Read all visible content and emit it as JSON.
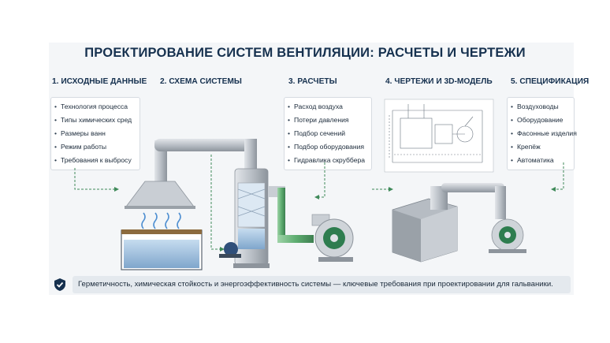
{
  "title": "ПРОЕКТИРОВАНИЕ СИСТЕМ ВЕНТИЛЯЦИИ: РАСЧЕТЫ И ЧЕРТЕЖИ",
  "sections": [
    {
      "heading": "1. ИСХОДНЫЕ ДАННЫЕ",
      "items": [
        "Технология процесса",
        "Типы химических сред",
        "Размеры ванн",
        "Режим работы",
        "Требования к выбросу"
      ]
    },
    {
      "heading": "2. СХЕМА СИСТЕМЫ",
      "items": []
    },
    {
      "heading": "3. РАСЧЕТЫ",
      "items": [
        "Расход воздуха",
        "Потери давления",
        "Подбор сечений",
        "Подбор оборудования",
        "Гидравлика скруббера"
      ]
    },
    {
      "heading": "4. ЧЕРТЕЖИ И 3D-МОДЕЛЬ",
      "items": []
    },
    {
      "heading": "5. СПЕЦИФИКАЦИЯ",
      "items": [
        "Воздуховоды",
        "Оборудование",
        "Фасонные изделия",
        "Крепёж",
        "Автоматика"
      ]
    }
  ],
  "footer": "Герметичность, химическая стойкость и энергоэффективность системы — ключевые требования при проектировании для гальваники.",
  "icons": {
    "footer": "shield-check-icon"
  },
  "colors": {
    "heading": "#16314f",
    "pipe": "#b9bfc6",
    "water": "#a8c6e2",
    "pump": "#2f4f7a",
    "fan_accent": "#2e7d4f",
    "arrow": "#3f8a5a"
  }
}
